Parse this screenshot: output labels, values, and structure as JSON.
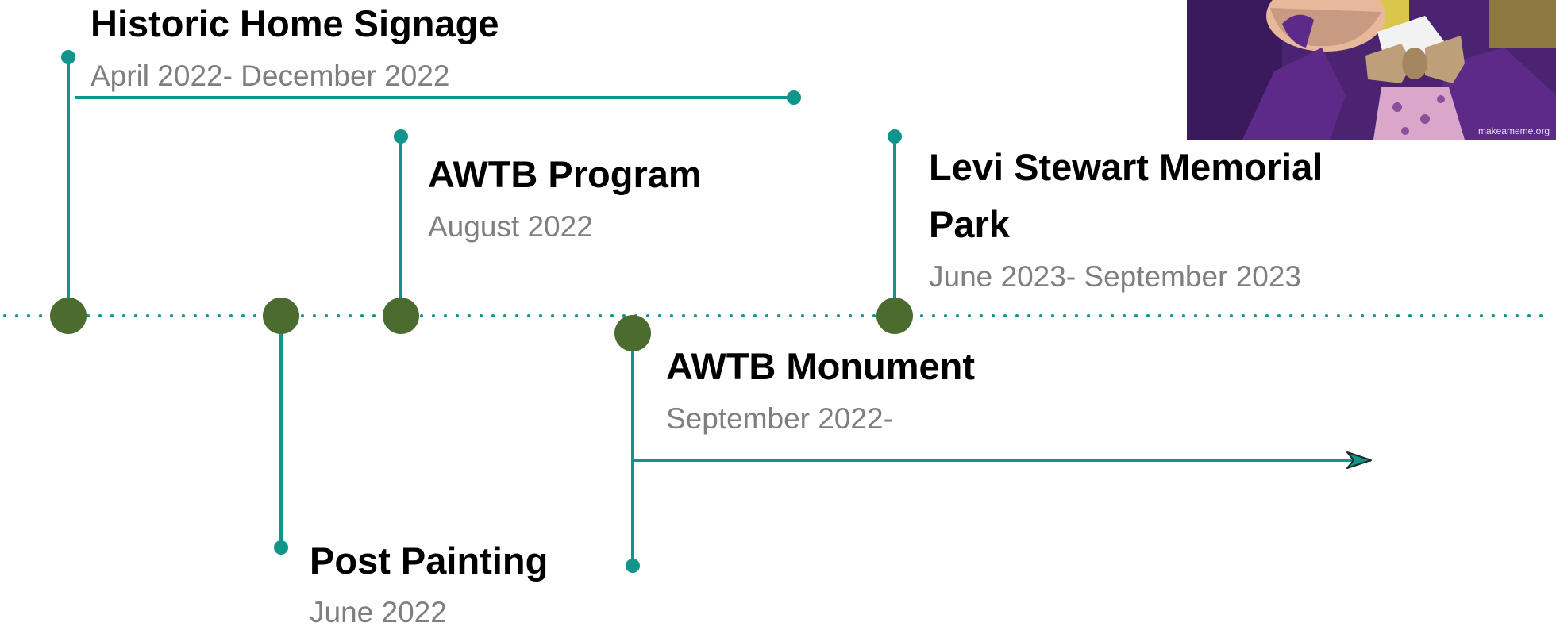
{
  "colors": {
    "stem": "#10958a",
    "node": "#4b6b2f",
    "title": "#000000",
    "date": "#7f7f7f"
  },
  "events": [
    {
      "title": "Historic Home Signage",
      "date": "April 2022- December 2022",
      "span_arrow": false
    },
    {
      "title": "Post Painting",
      "date": "June 2022",
      "span_arrow": false
    },
    {
      "title": "AWTB Program",
      "date": "August 2022",
      "span_arrow": false
    },
    {
      "title": "AWTB Monument",
      "date": "September 2022-",
      "span_arrow": true
    },
    {
      "title": "Levi Stewart Memorial Park",
      "title_lines": [
        "Levi Stewart Memorial",
        "Park"
      ],
      "date": "June 2023- September 2023",
      "span_arrow": false
    }
  ],
  "photo": {
    "watermark": "makeameme.org"
  }
}
